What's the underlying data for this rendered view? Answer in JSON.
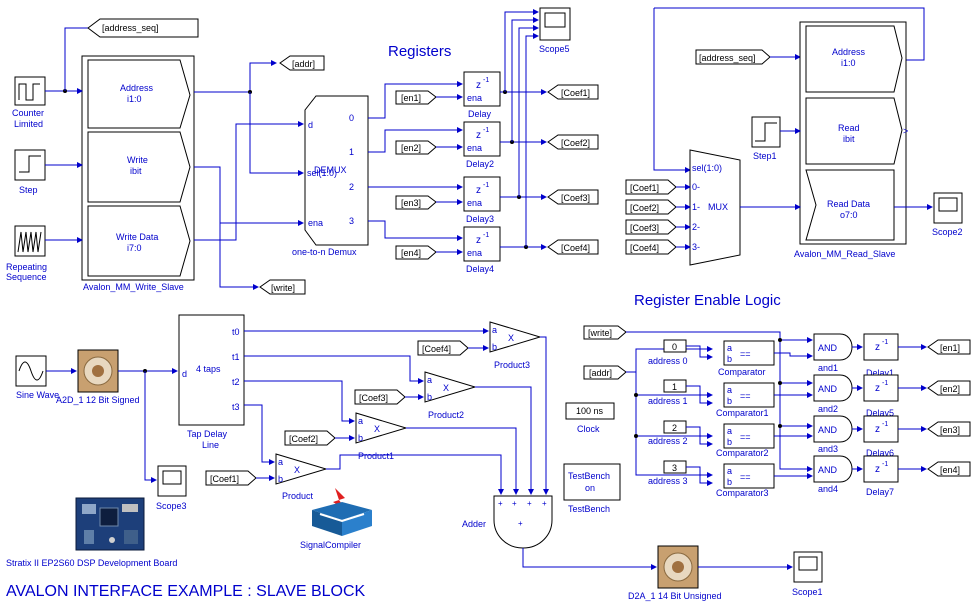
{
  "title": "AVALON INTERFACE EXAMPLE : SLAVE BLOCK",
  "headings": {
    "registers": "Registers",
    "enable_logic": "Register Enable Logic"
  },
  "sources": {
    "counter": "Counter\nLimited",
    "step": "Step",
    "repeating": "Repeating\nSequence",
    "sine": "Sine Wave",
    "step1": "Step1"
  },
  "write_slave": {
    "name": "Avalon_MM_Write_Slave",
    "address": "Address",
    "address_type": "i1:0",
    "write": "Write",
    "write_type": "ibit",
    "write_data": "Write Data",
    "write_data_type": "i7:0"
  },
  "read_slave": {
    "name": "Avalon_MM_Read_Slave",
    "address": "Address",
    "address_type": "i1:0",
    "read": "Read",
    "read_type": "ibit",
    "read_data": "Read Data",
    "read_data_type": "o7:0"
  },
  "tags": {
    "address_seq": "[address_seq]",
    "addr": "[addr]",
    "write": "[write]",
    "en1": "[en1]",
    "en2": "[en2]",
    "en3": "[en3]",
    "en4": "[en4]",
    "coef1": "[Coef1]",
    "coef2": "[Coef2]",
    "coef3": "[Coef3]",
    "coef4": "[Coef4]"
  },
  "demux": {
    "name": "one-to-n Demux",
    "label": "DEMUX",
    "d": "d",
    "sel": "sel(1:0)",
    "ena": "ena",
    "outs": [
      "0",
      "1",
      "2",
      "3"
    ]
  },
  "delays": [
    "Delay",
    "Delay2",
    "Delay3",
    "Delay4"
  ],
  "delay_glyph": "z",
  "delay_exp": "-1",
  "delay_ena": "ena",
  "mux": {
    "sel": "sel(1:0)",
    "label": "MUX",
    "ins": [
      "0-",
      "1-",
      "2-",
      "3-"
    ]
  },
  "scopes": [
    "Scope5",
    "Scope2",
    "Scope3",
    "Scope1"
  ],
  "tap_delay": {
    "name": "Tap Delay\nLine",
    "label": "4 taps",
    "d": "d",
    "outs": [
      "t0",
      "t1",
      "t2",
      "t3"
    ]
  },
  "products": [
    "Product3",
    "Product2",
    "Product1",
    "Product"
  ],
  "product_symbol": "X",
  "adder": "Adder",
  "a2d": "A2D_1 12 Bit Signed",
  "d2a": "D2A_1 14 Bit Unsigned",
  "clock": {
    "value": "100 ns",
    "name": "Clock"
  },
  "testbench": {
    "label1": "TestBench",
    "label2": "on",
    "name": "TestBench"
  },
  "board": "Stratix II EP2S60 DSP Development Board",
  "signal_compiler": "SignalCompiler",
  "comparators": [
    "Comparator",
    "Comparator1",
    "Comparator2",
    "Comparator3"
  ],
  "comparator_symbol": "==",
  "constants": [
    "0",
    "1",
    "2",
    "3"
  ],
  "addresses": [
    "address 0",
    "address 1",
    "address 2",
    "address 3"
  ],
  "ands": [
    "and1",
    "and2",
    "and3",
    "and4"
  ],
  "and_symbol": "AND",
  "enable_delays": [
    "Delay1",
    "Delay5",
    "Delay6",
    "Delay7"
  ],
  "colors": {
    "wire": "#0000cc",
    "block": "#000000",
    "title": "#0000cc",
    "signal_red": "#e02020",
    "signal_blue": "#1f6db3"
  }
}
